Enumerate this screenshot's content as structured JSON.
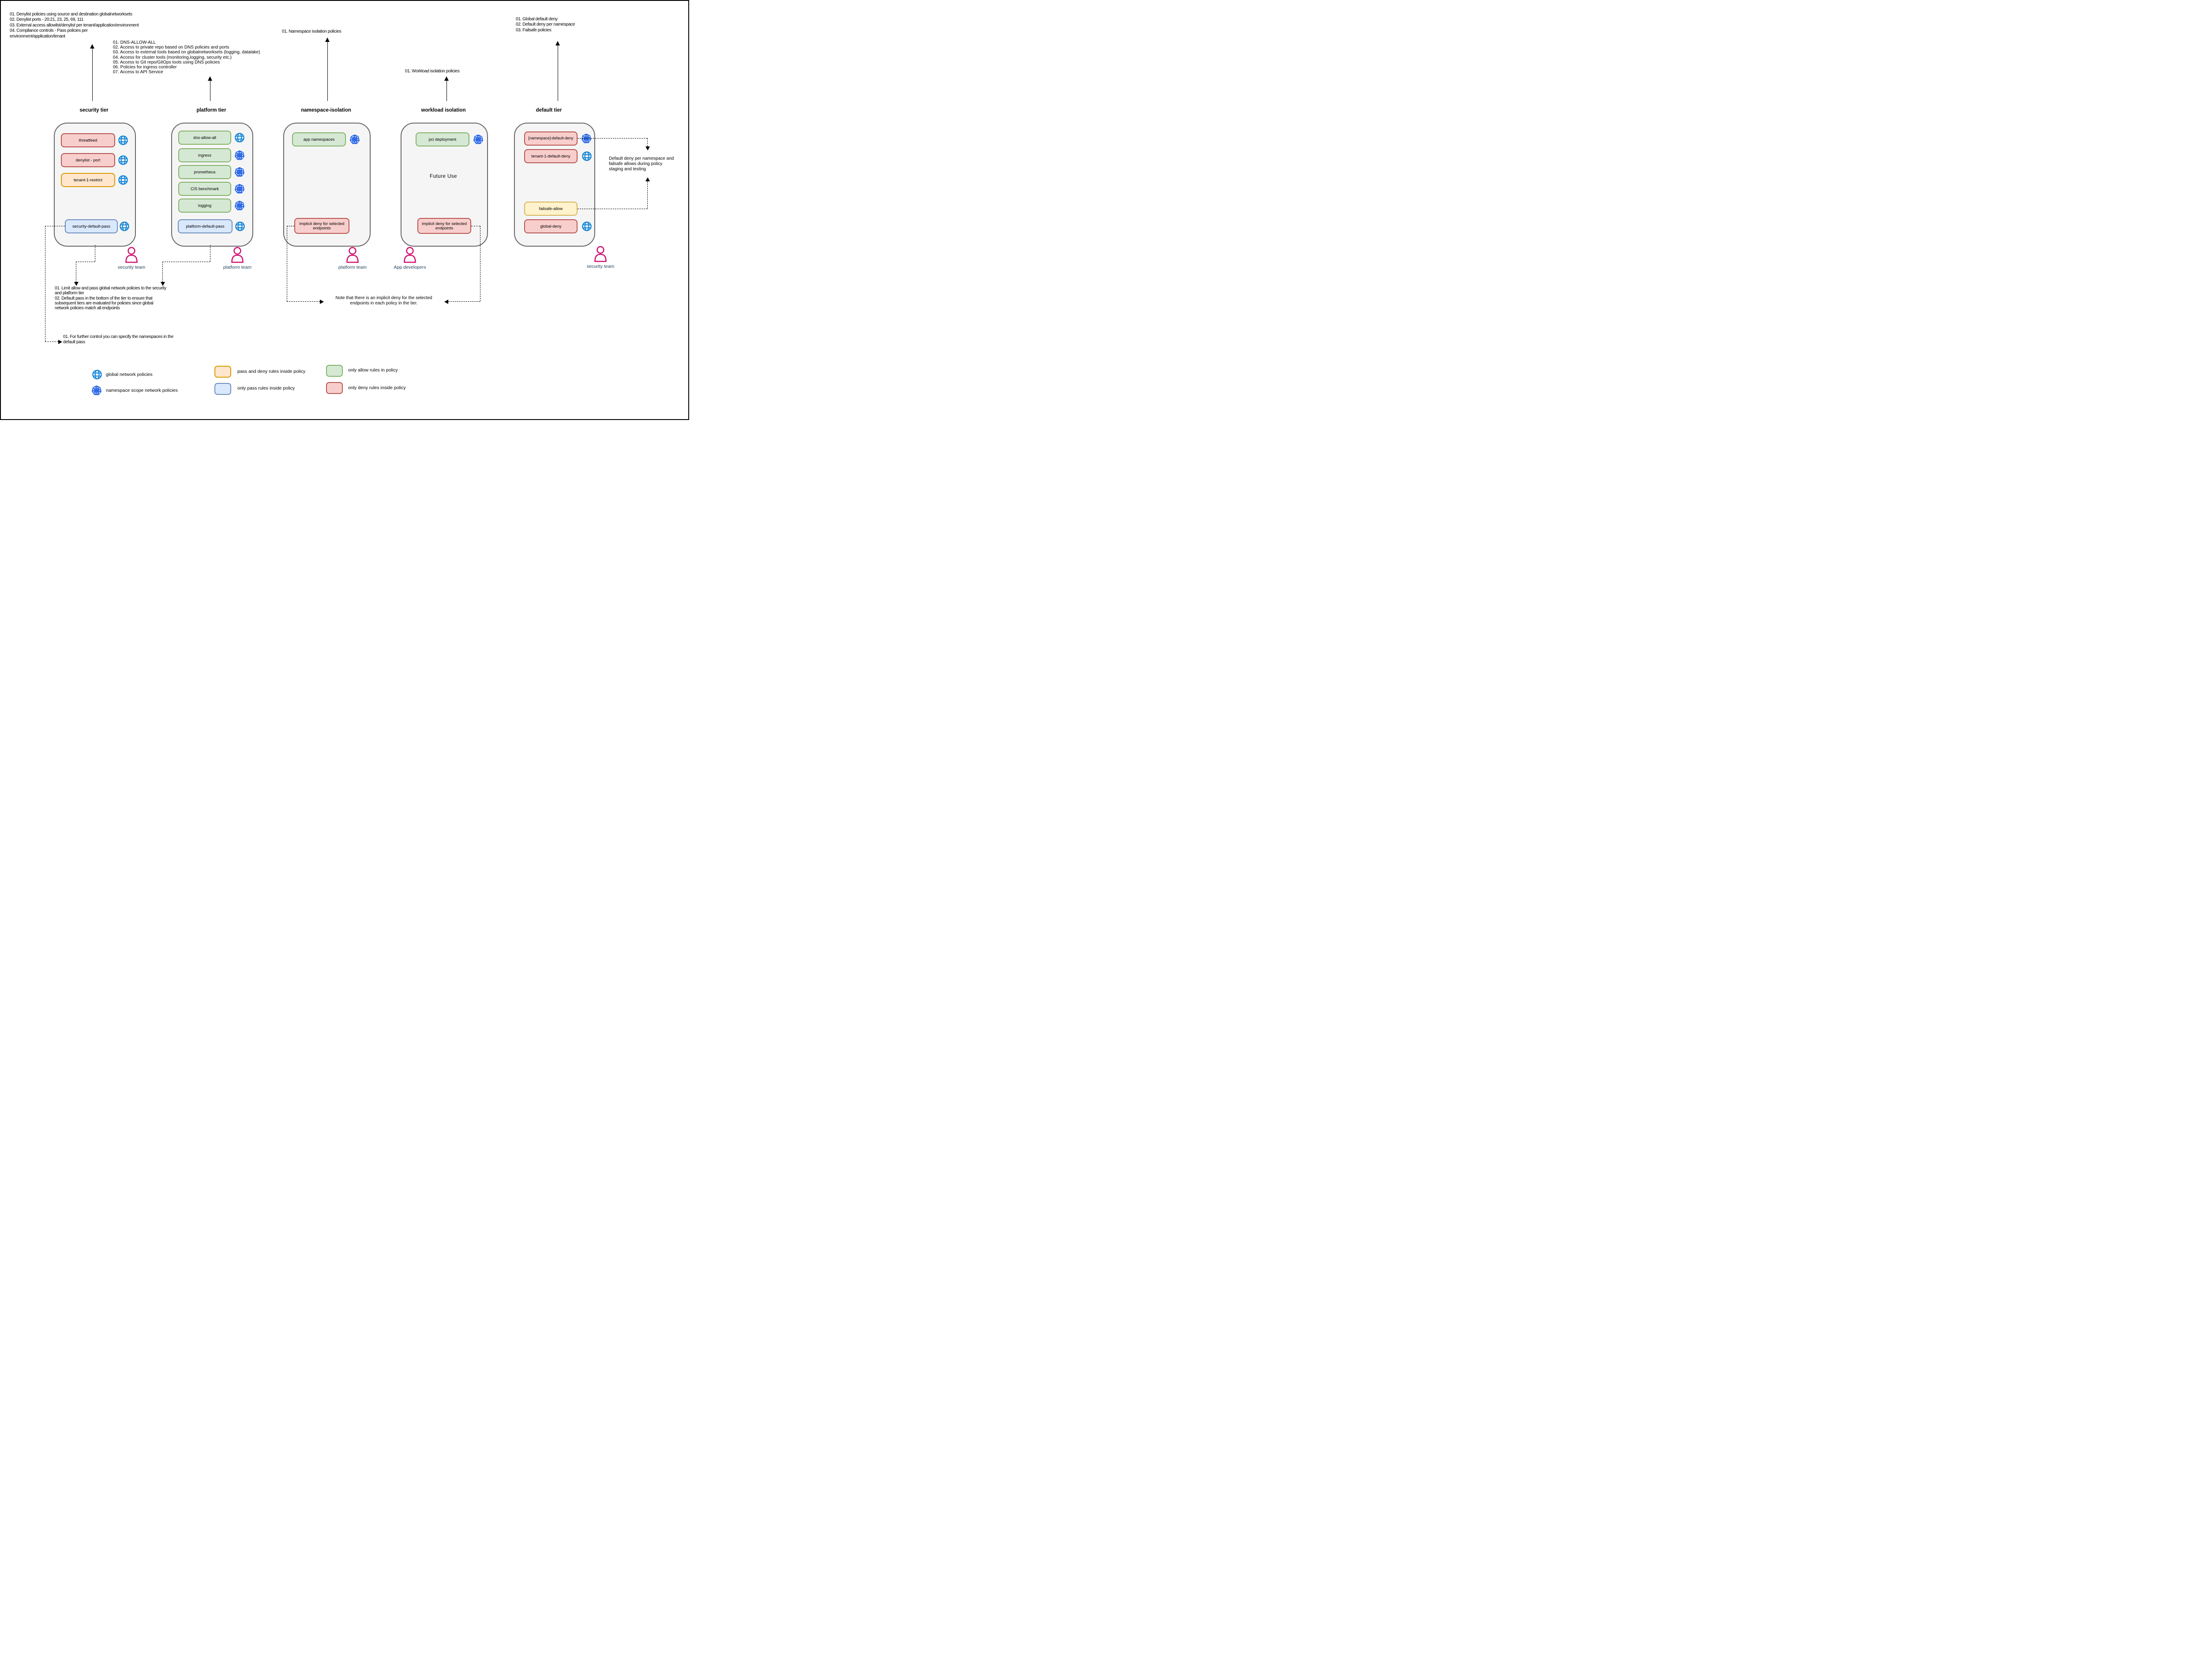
{
  "colors": {
    "red-fill": "#F8CECC",
    "red-stroke": "#B85450",
    "green-fill": "#D5E8D4",
    "green-stroke": "#82B366",
    "blue-fill": "#DAE8FC",
    "blue-stroke": "#6C8EBF",
    "orange-fill": "#FFE6CC",
    "orange-stroke": "#D79B00",
    "yellow-fill": "#FFF2CC",
    "yellow-stroke": "#D6B656",
    "tier-fill": "#F5F5F5",
    "tier-stroke": "#666666",
    "globe-icon": "#1787D8",
    "namespace-icon": "#326CE5",
    "person-icon": "#D10F6E",
    "team-label": "#23445D"
  },
  "annotations": {
    "security_tier_notes": "01. Denylist policies using source and destination globalnetworksets\n02. Denylist ports - 20:21, 23, 25, 69, 111\n03. External access allowlist/denylist per tenant/application/environment\n04. Compliance controls - Pass policies per\nenvironment/application/tenant",
    "platform_tier_notes": "01. DNS-ALLOW-ALL\n02. Access to private repo based on DNS policies and ports\n03. Access to external tools based on globalnetworksets (logging, datalake)\n04. Access for cluster tools (monitoring,logging, security etc.)\n05. Access to Git repo/GitOps tools using DNS policies\n06. Policies for ingress controller\n07. Access to API Service",
    "namespace_isolation_note": "01. Namespace isolation policies",
    "workload_isolation_note": "01. Workload isolation policies",
    "default_tier_notes": "01. Global default deny\n02. Default deny per namespace\n03. Failsafe policies",
    "limit_allow_note": "01. Limit allow and pass global network policies to the security\nand platform tier\n02. Default pass in the bottom of the tier to ensure that\nsubsequent tiers are evaluated for policies since global\nnetwork policies match all endpoints",
    "further_control_note": "01. For further control you can specify the namespaces in the\ndefault pass",
    "implicit_deny_note": "Note that there is an implicit deny for the selected\nendpoints in each policy in the tier.",
    "staging_note": "Default deny per namespace and\nfailsafe allows during policy\nstaging and testing"
  },
  "tiers": [
    {
      "title": "security tier",
      "team": "security team",
      "policies": [
        {
          "label": "threatfeed",
          "type": "deny",
          "scope": "global"
        },
        {
          "label": "denylist - port",
          "type": "deny",
          "scope": "global"
        },
        {
          "label": "tenant-1-restrict",
          "type": "mixed",
          "scope": "global"
        },
        {
          "label": "security-default-pass",
          "type": "pass",
          "scope": "global"
        }
      ]
    },
    {
      "title": "platform tier",
      "team": "platform team",
      "policies": [
        {
          "label": "dns-allow-all",
          "type": "allow",
          "scope": "global"
        },
        {
          "label": "ingress",
          "type": "allow",
          "scope": "namespace"
        },
        {
          "label": "prometheus",
          "type": "allow",
          "scope": "namespace"
        },
        {
          "label": "CIS benchmark",
          "type": "allow",
          "scope": "namespace"
        },
        {
          "label": "logging",
          "type": "allow",
          "scope": "namespace"
        },
        {
          "label": "platform-default-pass",
          "type": "pass",
          "scope": "global"
        }
      ]
    },
    {
      "title": "namespace-isolation",
      "team": "platform team",
      "policies": [
        {
          "label": "app namespaces",
          "type": "allow",
          "scope": "namespace"
        },
        {
          "label": "implicit deny for selected endpoints",
          "type": "deny",
          "scope": ""
        }
      ]
    },
    {
      "title": "workload isolation",
      "team": "App developers",
      "center_label": "Future Use",
      "policies": [
        {
          "label": "pci deployment",
          "type": "allow",
          "scope": "namespace"
        },
        {
          "label": "implicit deny for selected endpoints",
          "type": "deny",
          "scope": ""
        }
      ]
    },
    {
      "title": "default tier",
      "team": "security team",
      "policies": [
        {
          "label": "[namespace]-default-deny",
          "type": "deny",
          "scope": "namespace"
        },
        {
          "label": "tenant-1-default-deny",
          "type": "deny",
          "scope": "global"
        },
        {
          "label": "failsafe-allow",
          "type": "failsafe",
          "scope": ""
        },
        {
          "label": "global-deny",
          "type": "deny",
          "scope": "global"
        }
      ]
    }
  ],
  "legend": {
    "global_policy": "global network policies",
    "namespace_policy": "namespace scope network policies",
    "pass_deny": "pass and deny rules inside policy",
    "only_pass": "only pass rules inside policy",
    "only_allow": "only allow rules in policy",
    "only_deny": "only deny rules inside policy"
  }
}
